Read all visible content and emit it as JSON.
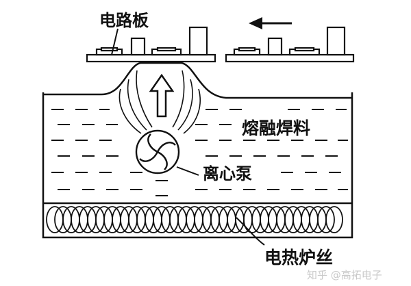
{
  "labels": {
    "circuit_board": "电路板",
    "molten_solder": "熔融焊料",
    "centrifugal_pump": "离心泵",
    "heating_wire": "电热炉丝"
  },
  "watermark": "知乎 @高拓电子",
  "direction_arrow": "left",
  "colors": {
    "ink": "#111111",
    "background": "#ffffff",
    "watermark": "#c9c9c9"
  }
}
